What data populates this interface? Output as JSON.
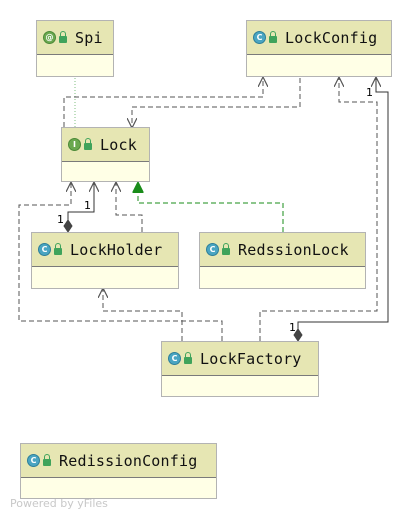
{
  "nodes": {
    "spi": {
      "name": "Spi",
      "badge": "@"
    },
    "lockconfig": {
      "name": "LockConfig",
      "badge": "C"
    },
    "lock": {
      "name": "Lock",
      "badge": "I"
    },
    "lockholder": {
      "name": "LockHolder",
      "badge": "C"
    },
    "redssionlock": {
      "name": "RedssionLock",
      "badge": "C"
    },
    "lockfactory": {
      "name": "LockFactory",
      "badge": "C"
    },
    "redissionconfig": {
      "name": "RedissionConfig",
      "badge": "C"
    }
  },
  "multiplicities": {
    "lockholder_to_lock": "1",
    "lockholder_end": "1",
    "lockconfig_end": "1",
    "lockfactory_end": "1"
  },
  "colors": {
    "header": "#e6e6b3",
    "body": "#ffffe6",
    "realization": "#1a8c1a",
    "class_badge": "#4aa5c2",
    "interface_badge": "#6aa84f"
  },
  "footer": "Powered by yFiles"
}
